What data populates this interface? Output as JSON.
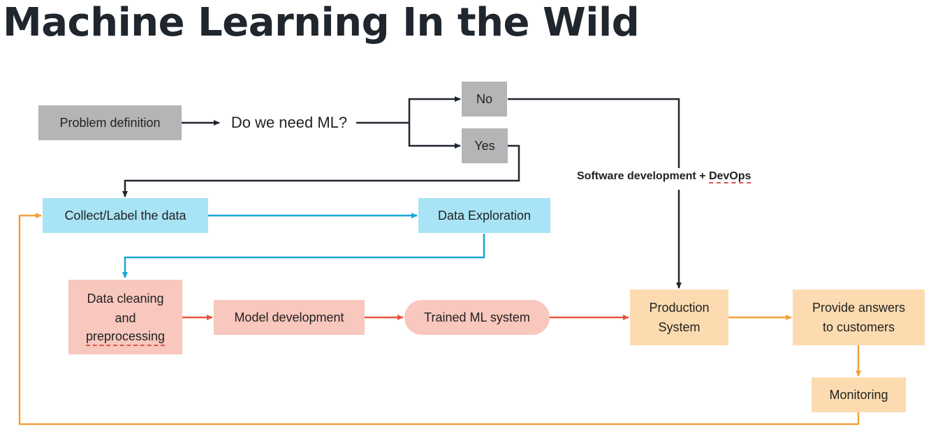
{
  "title": "Machine Learning In the Wild",
  "colors": {
    "gray_box": "#b3b5b7",
    "blue_box": "#a8e4f5",
    "pink_box": "#f8c7bd",
    "peach_box": "#fddbb0",
    "black_arrow": "#1f262e",
    "blue_arrow": "#19a6d5",
    "red_arrow": "#e8553f",
    "orange_arrow": "#f2a03d"
  },
  "nodes": {
    "problem_definition": "Problem definition",
    "question": "Do we need ML?",
    "no": "No",
    "yes": "Yes",
    "collect_label": "Collect/Label the data",
    "data_exploration": "Data Exploration",
    "data_cleaning_line1": "Data cleaning",
    "data_cleaning_line2": "and",
    "data_cleaning_line3": "preprocessing",
    "model_development": "Model development",
    "trained_ml_system": "Trained ML system",
    "production_line1": "Production",
    "production_line2": "System",
    "answers_line1": "Provide answers",
    "answers_line2": "to customers",
    "monitoring": "Monitoring"
  },
  "edge_labels": {
    "software_dev": "Software development + ",
    "devops": "DevOps"
  }
}
